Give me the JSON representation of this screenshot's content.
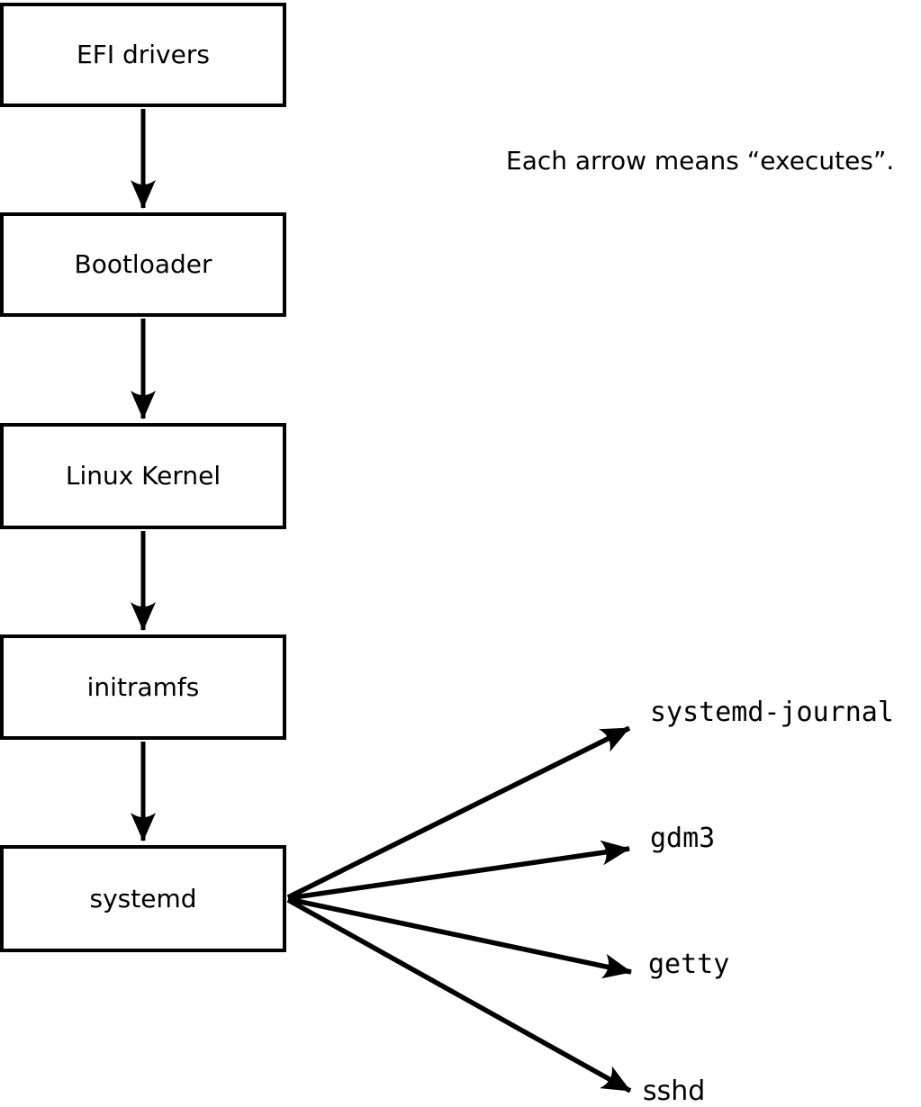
{
  "diagram": {
    "caption": "Each arrow means “executes”.",
    "arrow_meaning": "executes",
    "boxes": [
      {
        "id": "efi",
        "label": "EFI drivers"
      },
      {
        "id": "boot",
        "label": "Bootloader"
      },
      {
        "id": "kernel",
        "label": "Linux Kernel"
      },
      {
        "id": "initramfs",
        "label": "initramfs"
      },
      {
        "id": "systemd",
        "label": "systemd"
      }
    ],
    "chain_arrows": [
      {
        "from": "EFI drivers",
        "to": "Bootloader"
      },
      {
        "from": "Bootloader",
        "to": "Linux Kernel"
      },
      {
        "from": "Linux Kernel",
        "to": "initramfs"
      },
      {
        "from": "initramfs",
        "to": "systemd"
      }
    ],
    "fan_targets": [
      {
        "id": "journal",
        "label": "systemd-journal"
      },
      {
        "id": "gdm3",
        "label": "gdm3"
      },
      {
        "id": "getty",
        "label": "getty"
      },
      {
        "id": "sshd",
        "label": "sshd"
      }
    ],
    "colors": {
      "line": "#000000",
      "background": "#ffffff",
      "box_fill": "#ffffff",
      "text": "#000000"
    }
  }
}
